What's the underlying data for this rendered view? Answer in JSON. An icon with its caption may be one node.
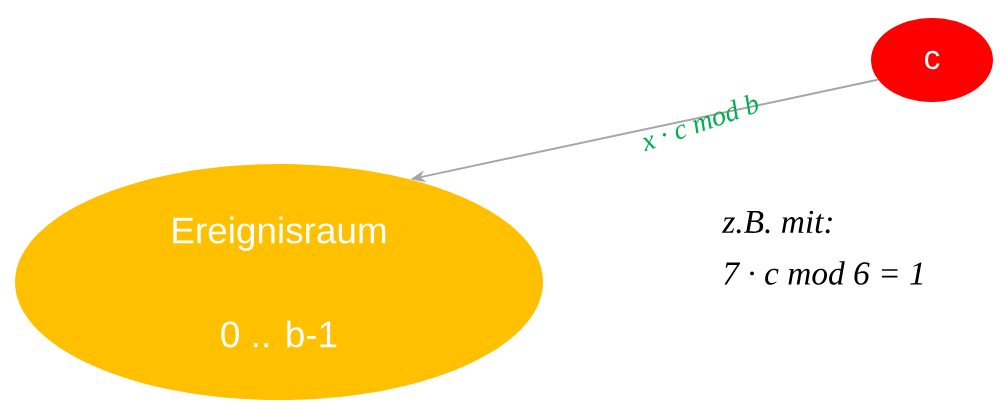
{
  "diagram": {
    "nodes": [
      {
        "text": [
          "Ereignisraum",
          "0 .. b-1"
        ]
      },
      {
        "text": [
          "c"
        ]
      }
    ],
    "edges": [
      {
        "from": 1,
        "to": 0,
        "arrow": "to",
        "label": "x · c mod b",
        "color": "#a6a6a6"
      }
    ],
    "labels": [
      "z.B. mit:",
      "7 · c mod 6 = 1"
    ]
  }
}
